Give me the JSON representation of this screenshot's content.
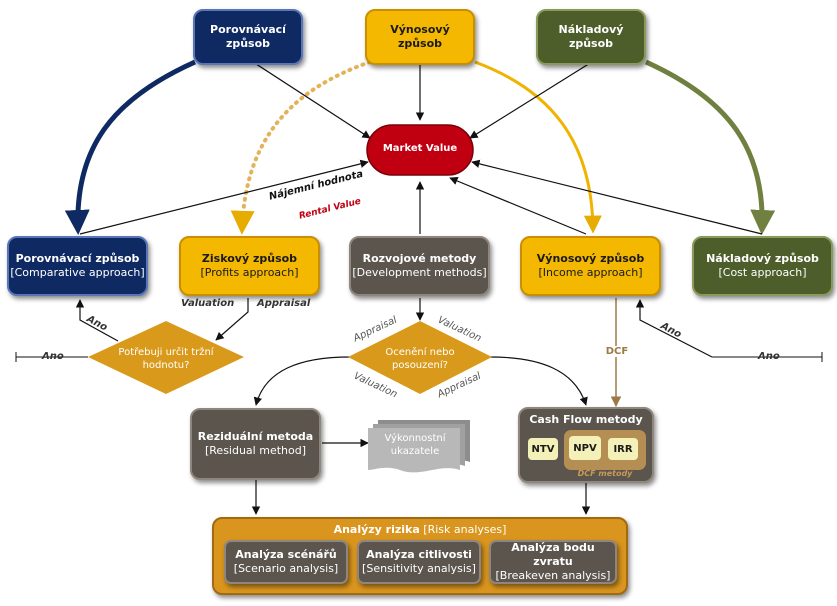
{
  "top": {
    "comparative": "Porovnávací způsob",
    "income": "Výnosový způsob",
    "cost": "Nákladový způsob"
  },
  "center": {
    "market_value": "Market Value"
  },
  "rental": {
    "cz": "Nájemní hodnota",
    "en": "Rental Value"
  },
  "middle": {
    "comparative": {
      "title": "Porovnávací způsob",
      "sub": "[Comparative approach]"
    },
    "profits": {
      "title": "Ziskový způsob",
      "sub": "[Profits approach]"
    },
    "development": {
      "title": "Rozvojové metody",
      "sub": "[Development methods]"
    },
    "income": {
      "title": "Výnosový způsob",
      "sub": "[Income approach]"
    },
    "cost": {
      "title": "Nákladový způsob",
      "sub": "[Cost approach]"
    }
  },
  "labels": {
    "valuation": "Valuation",
    "appraisal": "Appraisal",
    "ano": "Ano",
    "dcf": "DCF"
  },
  "decisions": {
    "market": "Potřebuji určit tržní hodnotu?",
    "assessment": "Ocenění nebo posouzení?"
  },
  "residual": {
    "title": "Reziduální metoda",
    "sub": "[Residual method]"
  },
  "performance": "Výkonnostní ukazatele",
  "cashflow": {
    "title": "Cash Flow metody",
    "chips": [
      "NTV",
      "NPV",
      "IRR"
    ],
    "dcf_methods": "DCF metody"
  },
  "risk": {
    "title": "Analýzy rizika",
    "sub": "[Risk analyses]",
    "items": [
      {
        "title": "Analýza scénářů",
        "sub": "[Scenario analysis]"
      },
      {
        "title": "Analýza citlivosti",
        "sub": "[Sensitivity analysis]"
      },
      {
        "title": "Analýza bodu zvratu",
        "sub": "[Breakeven analysis]"
      }
    ]
  },
  "colors": {
    "navy": "#0f2a63",
    "gold": "#f4b800",
    "olive": "#4d5e2b",
    "grey": "#5b554e",
    "red": "#c00010",
    "decision": "#d99a1c",
    "risk_orange": "#d9951e"
  }
}
